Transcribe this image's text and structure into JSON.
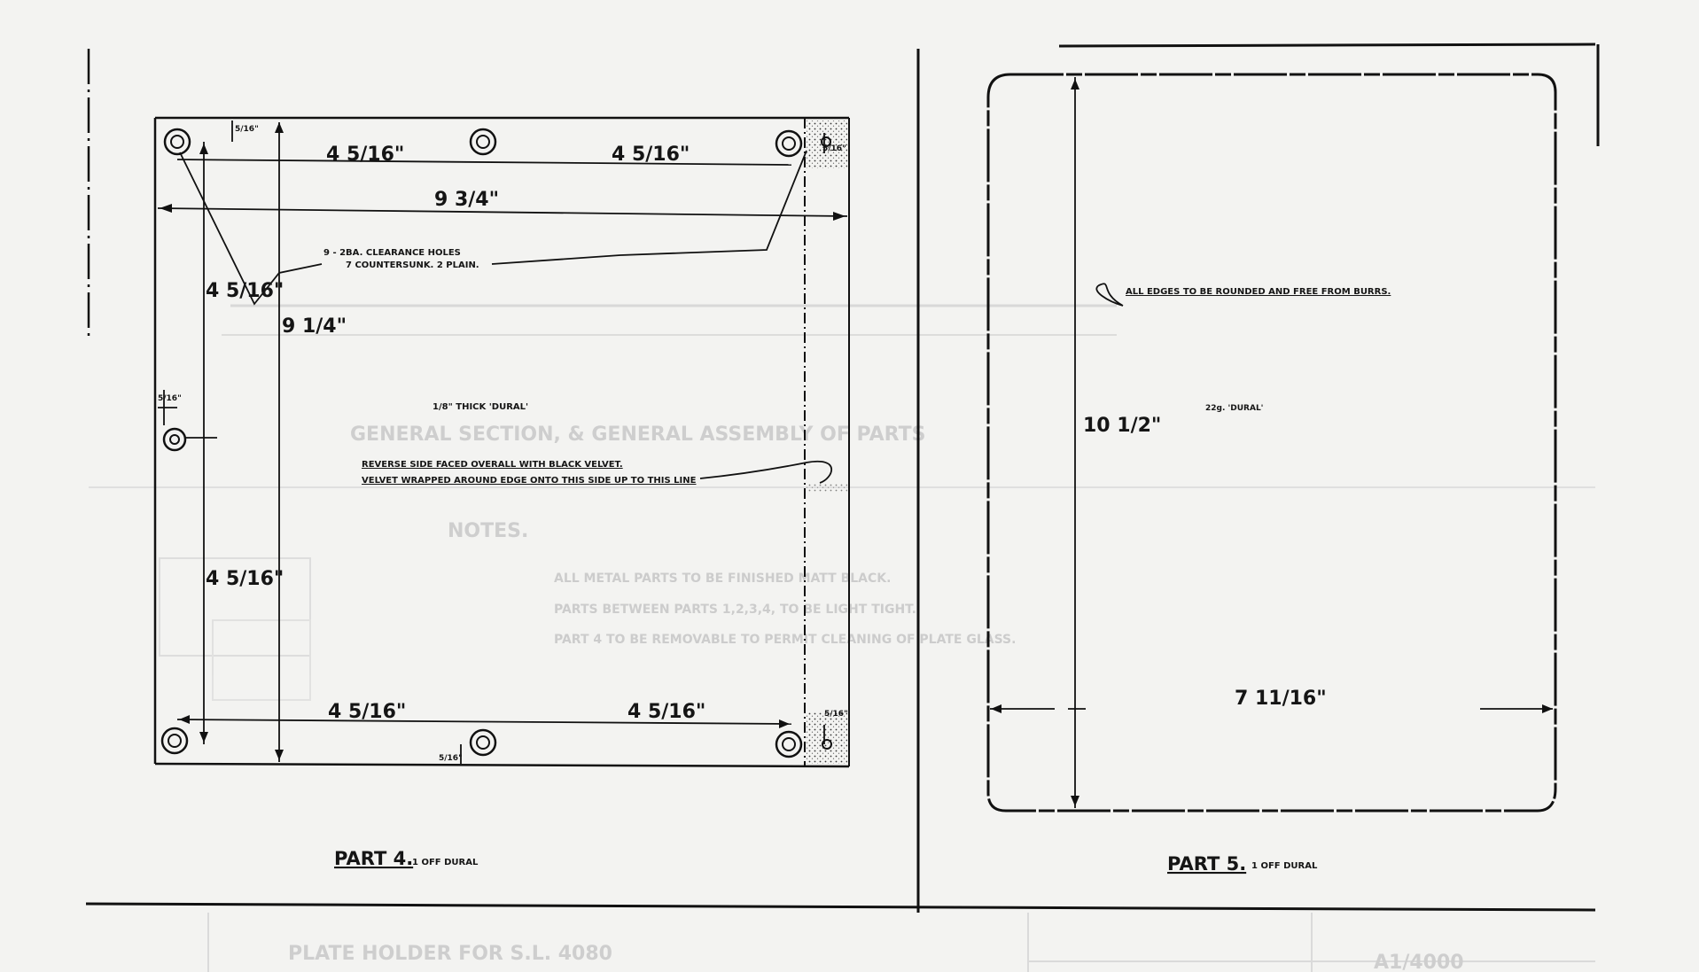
{
  "part4": {
    "dims": {
      "top_offset": "5/16\"",
      "top_left_spacing": "4 5/16\"",
      "top_right_spacing": "4 5/16\"",
      "right_offset_top": "5/16\"",
      "overall_width": "9 3/4\"",
      "left_upper_spacing": "4 5/16\"",
      "overall_height": "9 1/4\"",
      "left_edge_offset": "5/16\"",
      "left_lower_spacing": "4 5/16\"",
      "bottom_left_spacing": "4 5/16\"",
      "bottom_right_spacing": "4 5/16\"",
      "right_offset_bottom": "5/16\"",
      "bottom_offset": "5/16\""
    },
    "notes": {
      "holes_line1": "9 - 2BA. CLEARANCE HOLES",
      "holes_line2": "7 COUNTERSUNK.   2 PLAIN.",
      "thickness": "1/8\" THICK 'DURAL'",
      "reverse_line1": "REVERSE SIDE FACED OVERALL WITH BLACK VELVET.",
      "reverse_line2": "VELVET WRAPPED AROUND EDGE ONTO THIS SIDE UP TO THIS LINE"
    },
    "title": "PART 4.",
    "subtitle": "1 OFF  DURAL"
  },
  "part5": {
    "dims": {
      "height": "10 1/2\"",
      "width": "7 11/16\""
    },
    "notes": {
      "edges": "ALL EDGES TO BE ROUNDED AND FREE FROM BURRS.",
      "material": "22g. 'DURAL'"
    },
    "title": "PART 5.",
    "subtitle": "1 OFF  DURAL"
  },
  "showthrough": {
    "assembly_title": "GENERAL SECTION, & GENERAL ASSEMBLY OF PARTS",
    "notes_heading": "NOTES.",
    "note1": "ALL METAL PARTS TO BE FINISHED MATT BLACK.",
    "note2": "PARTS BETWEEN PARTS 1,2,3,4, TO BE LIGHT TIGHT.",
    "note3": "PART 4 TO BE REMOVABLE TO PERMIT CLEANING OF PLATE GLASS.",
    "block_title": "PLATE HOLDER FOR S.L. 4080",
    "block_ref": "A1/4000"
  }
}
